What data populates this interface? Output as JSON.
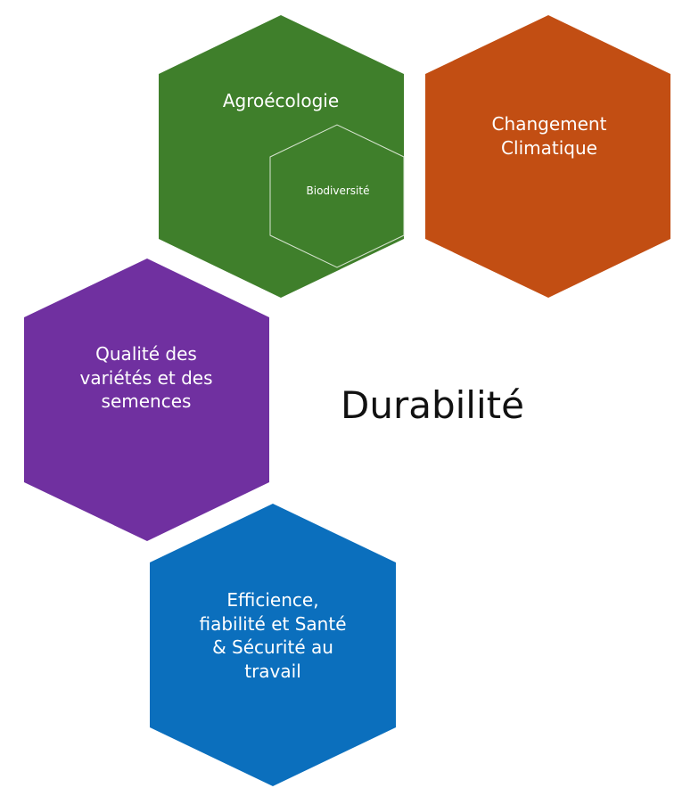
{
  "title": "Durabilité",
  "hexagons": {
    "agroecologie": {
      "label": "Agroécologie",
      "color": "#3f7f2b"
    },
    "biodiversite": {
      "label": "Biodiversité",
      "color": "#3f7f2b"
    },
    "climat": {
      "lines": [
        "Changement",
        "Climatique"
      ],
      "color": "#c24e13"
    },
    "qualite": {
      "lines": [
        "Qualité des",
        "variétés et des",
        "semences"
      ],
      "color": "#7030a0"
    },
    "efficience": {
      "lines": [
        "Efficience,",
        "fiabilité et Santé",
        "& Sécurité au",
        "travail"
      ],
      "color": "#0b6fbd"
    }
  }
}
